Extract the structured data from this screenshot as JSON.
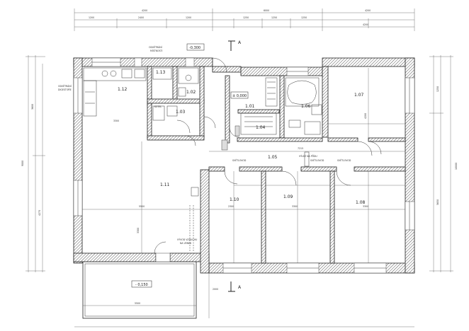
{
  "rooms": {
    "r101": "1.01",
    "r102": "1.02",
    "r103": "1.03",
    "r104": "1.04",
    "r105": "1.05",
    "r106": "1.06",
    "r107": "1.07",
    "r108": "1.08",
    "r109": "1.09",
    "r110": "1.10",
    "r111": "1.11",
    "r112": "1.12",
    "r113": "1.13"
  },
  "levels": {
    "entry": "-0,300",
    "floor": "± 0,000",
    "terrace": "- 0,150"
  },
  "labels": {
    "sv1": "SVĚTLOVOD",
    "sv2": "SVĚTLOVOD",
    "sv3": "SVĚTLOVOD",
    "vylez": "VÝLEZ NA PŮDU",
    "odvetr1": "ODVĚTRÁNÍ",
    "odvetr2": "MÍSTNOSTI",
    "digest1": "ODVĚTRÁNÍ",
    "digest2": "DIGESTOŘE",
    "vyvod1": "VÝVOD VZDUCHU",
    "vyvod2": "NA VENEK",
    "kotel": "KOTEL",
    "section": "A"
  },
  "dims": {
    "top_total_left": "4200",
    "top_total_mid": "6000",
    "top_total_right": "4200",
    "top_a": "1200",
    "top_b": "2400",
    "top_c": "1200",
    "top_d": "1250",
    "top_e": "1250",
    "top_f": "1250",
    "top_g": "4200",
    "left_total": "9000",
    "left_a": "3600",
    "left_b": "4275",
    "right_total": "10000",
    "right_a": "5650",
    "right_b": "1250",
    "r111_w": "5500",
    "r111_h": "3300",
    "r112_w": "3300",
    "r110_w": "2300",
    "r109_w": "3300",
    "r108_w": "3300",
    "r107_h": "4200",
    "r105_w": "7215",
    "terrace_w": "5500",
    "terrace_h": "2000"
  }
}
